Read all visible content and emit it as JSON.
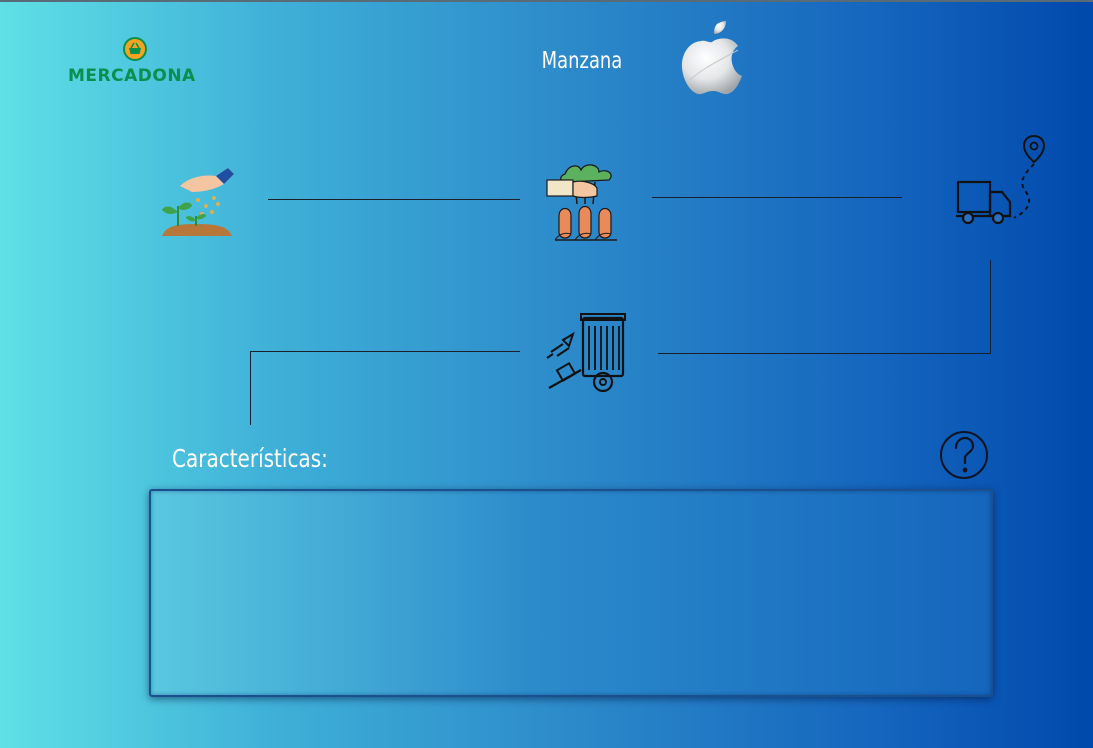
{
  "brand": {
    "name": "MERCADONA",
    "icon": "basket-icon"
  },
  "product": {
    "title": "Manzana",
    "icon": "apple-icon"
  },
  "process": {
    "steps": [
      {
        "name": "sowing",
        "icon": "seed-planting-icon"
      },
      {
        "name": "harvest",
        "icon": "harvest-icon"
      },
      {
        "name": "transport",
        "icon": "delivery-truck-icon"
      },
      {
        "name": "unloading",
        "icon": "unloading-trailer-icon"
      }
    ]
  },
  "characteristics": {
    "label": "Características:",
    "value": "",
    "help_icon": "question-mark-icon"
  },
  "colors": {
    "brand_green": "#0a8f4d",
    "gradient_start": "#5fe0e6",
    "gradient_end": "#0049ac"
  }
}
